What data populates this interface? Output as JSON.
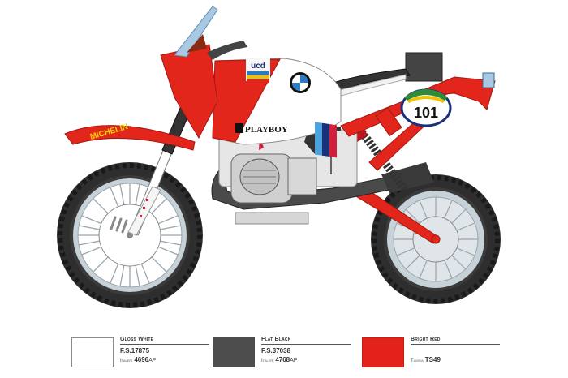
{
  "illustration": {
    "subject": "BMW R80 G/S rally motorcycle side-view color profile",
    "decals": {
      "tire_brand": "MICHELIN",
      "tank_sponsor": "PLAYBOY",
      "race_number": "101",
      "tank_logo": "BMW roundel",
      "small_sponsor": "ucd"
    },
    "colors": {
      "body_red": "#e3261b",
      "tank_white": "#ffffff",
      "tire_black": "#3a3a3a",
      "rim_gray": "#c7d1d8",
      "windscreen_blue": "#a9c9e3",
      "exhaust_dark": "#4a4a4a",
      "motorsport_stripe_light_blue": "#4aa3df",
      "motorsport_stripe_dark_blue": "#1b2f7a",
      "motorsport_stripe_red": "#d21f3c"
    }
  },
  "legend": [
    {
      "name": "Gloss White",
      "fs_code": "F.S.17875",
      "brand": "Italeri",
      "code": "4696",
      "suffix": "AP",
      "color": "#ffffff"
    },
    {
      "name": "Flat Black",
      "fs_code": "F.S.37038",
      "brand": "Italeri",
      "code": "4768",
      "suffix": "AP",
      "color": "#4d4d4d"
    },
    {
      "name": "Bright Red",
      "fs_code": "",
      "brand": "Tamiya",
      "code": "TS49",
      "suffix": "",
      "color": "#e3221b"
    }
  ]
}
